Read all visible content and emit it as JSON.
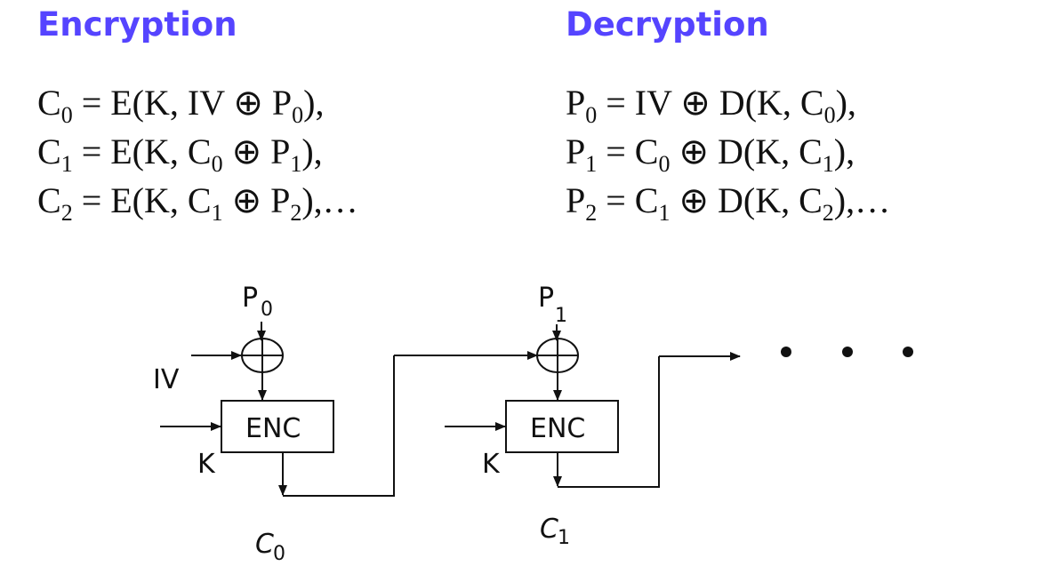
{
  "encryption": {
    "heading": "Encryption",
    "equations": [
      {
        "lhs": "C",
        "lhs_sub": "0",
        "rhs": [
          {
            "t": " = E(K, IV ⊕ P"
          },
          {
            "s": "0"
          },
          {
            "t": "),"
          }
        ]
      },
      {
        "lhs": "C",
        "lhs_sub": "1",
        "rhs": [
          {
            "t": " = E(K, C"
          },
          {
            "s": "0"
          },
          {
            "t": " ⊕ P"
          },
          {
            "s": "1"
          },
          {
            "t": "),"
          }
        ]
      },
      {
        "lhs": "C",
        "lhs_sub": "2",
        "rhs": [
          {
            "t": " = E(K, C"
          },
          {
            "s": "1"
          },
          {
            "t": " ⊕ P"
          },
          {
            "s": "2"
          },
          {
            "t": "),…"
          }
        ]
      }
    ]
  },
  "decryption": {
    "heading": "Decryption",
    "equations": [
      {
        "lhs": "P",
        "lhs_sub": "0",
        "rhs": [
          {
            "t": " = IV ⊕ D(K, C"
          },
          {
            "s": "0"
          },
          {
            "t": "),"
          }
        ]
      },
      {
        "lhs": "P",
        "lhs_sub": "1",
        "rhs": [
          {
            "t": " = C"
          },
          {
            "s": "0"
          },
          {
            "t": " ⊕ D(K, C"
          },
          {
            "s": "1"
          },
          {
            "t": "),"
          }
        ]
      },
      {
        "lhs": "P",
        "lhs_sub": "2",
        "rhs": [
          {
            "t": " = C"
          },
          {
            "s": "1"
          },
          {
            "t": " ⊕ D(K, C"
          },
          {
            "s": "2"
          },
          {
            "t": "),…"
          }
        ]
      }
    ]
  },
  "diagram": {
    "blocks": [
      {
        "plaintext": "P",
        "plaintext_sub": "0",
        "iv_label": "IV",
        "key_label": "K",
        "box_label": "ENC",
        "cipher": "C",
        "cipher_sub": "0"
      },
      {
        "plaintext": "P",
        "plaintext_sub": "1",
        "key_label": "K",
        "box_label": "ENC",
        "cipher": "C",
        "cipher_sub": "1"
      }
    ],
    "continuation": "• • •"
  }
}
